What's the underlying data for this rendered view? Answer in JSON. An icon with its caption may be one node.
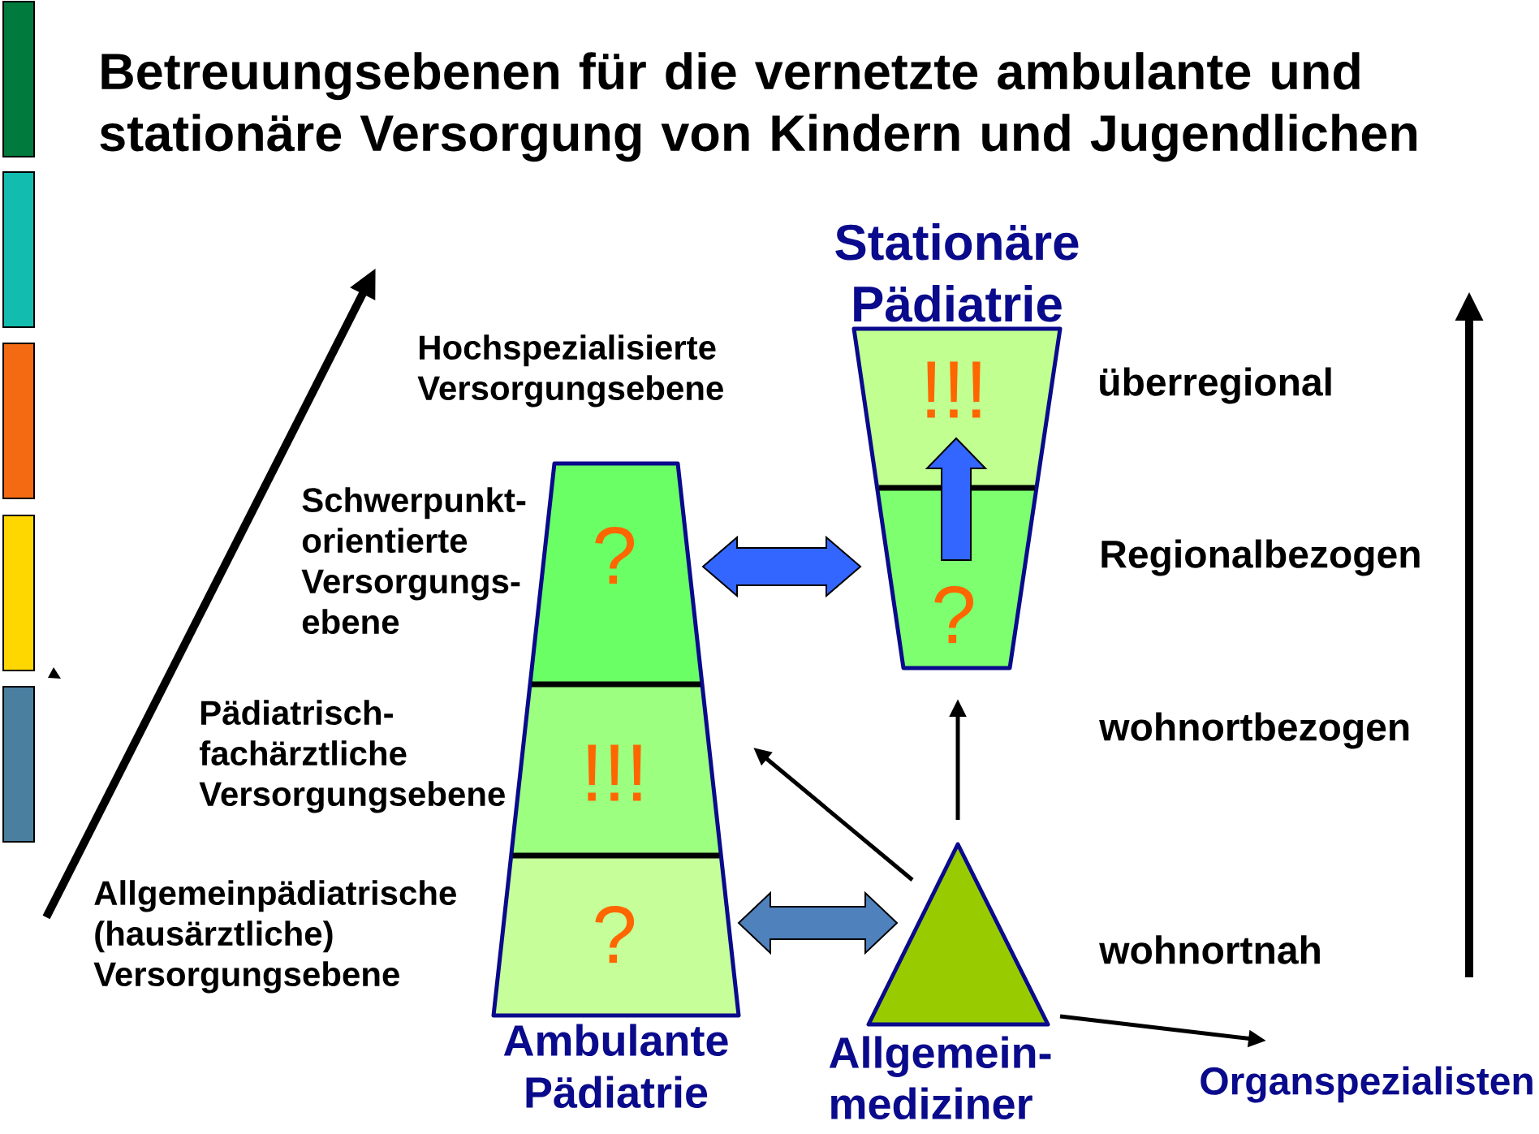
{
  "diagram": {
    "title": "Betreuungsebenen für die vernetzte ambulante und stationäre Versorgung von Kindern und Jugendlichen",
    "nodes": [
      {
        "text": [
          "Ambulante Pädiatrie"
        ]
      },
      {
        "text": [
          "?"
        ],
        "in": 0
      },
      {
        "text": [
          "!!!"
        ],
        "in": 0
      },
      {
        "text": [
          "?"
        ],
        "in": 0
      },
      {
        "text": [
          "Stationäre Pädiatrie"
        ]
      },
      {
        "text": [
          "!!!"
        ],
        "in": 4
      },
      {
        "text": [
          "?"
        ],
        "in": 4
      },
      {
        "text": [
          "Allgemein- mediziner"
        ]
      },
      {
        "text": [
          "Organspezialisten"
        ]
      }
    ],
    "edges": [
      {
        "from": 1,
        "to": 6,
        "arrow": "both",
        "style": "thick",
        "color": "#3366ff"
      },
      {
        "from": 6,
        "to": 5,
        "arrow": "to",
        "style": "thick",
        "color": "#3366ff"
      },
      {
        "from": 3,
        "to": 7,
        "arrow": "both",
        "style": "thick",
        "color": "#4f81bd"
      },
      {
        "from": 7,
        "to": 2,
        "arrow": "to"
      },
      {
        "from": 7,
        "to": 4,
        "arrow": "to"
      },
      {
        "from": 7,
        "to": 8,
        "arrow": "to"
      }
    ],
    "labels": [
      "Hochspezialisierte Versorgungsebene",
      "überregional",
      "Schwerpunkt- orientierte Versorgungs- ebene",
      "Regionalbezogen",
      "Pädiatrisch- fachärztliche Versorgungsebene",
      "wohnortbezogen",
      "Allgemeinpädiatrische (hausärztliche) Versorgungsebene",
      "wohnortnah"
    ]
  }
}
